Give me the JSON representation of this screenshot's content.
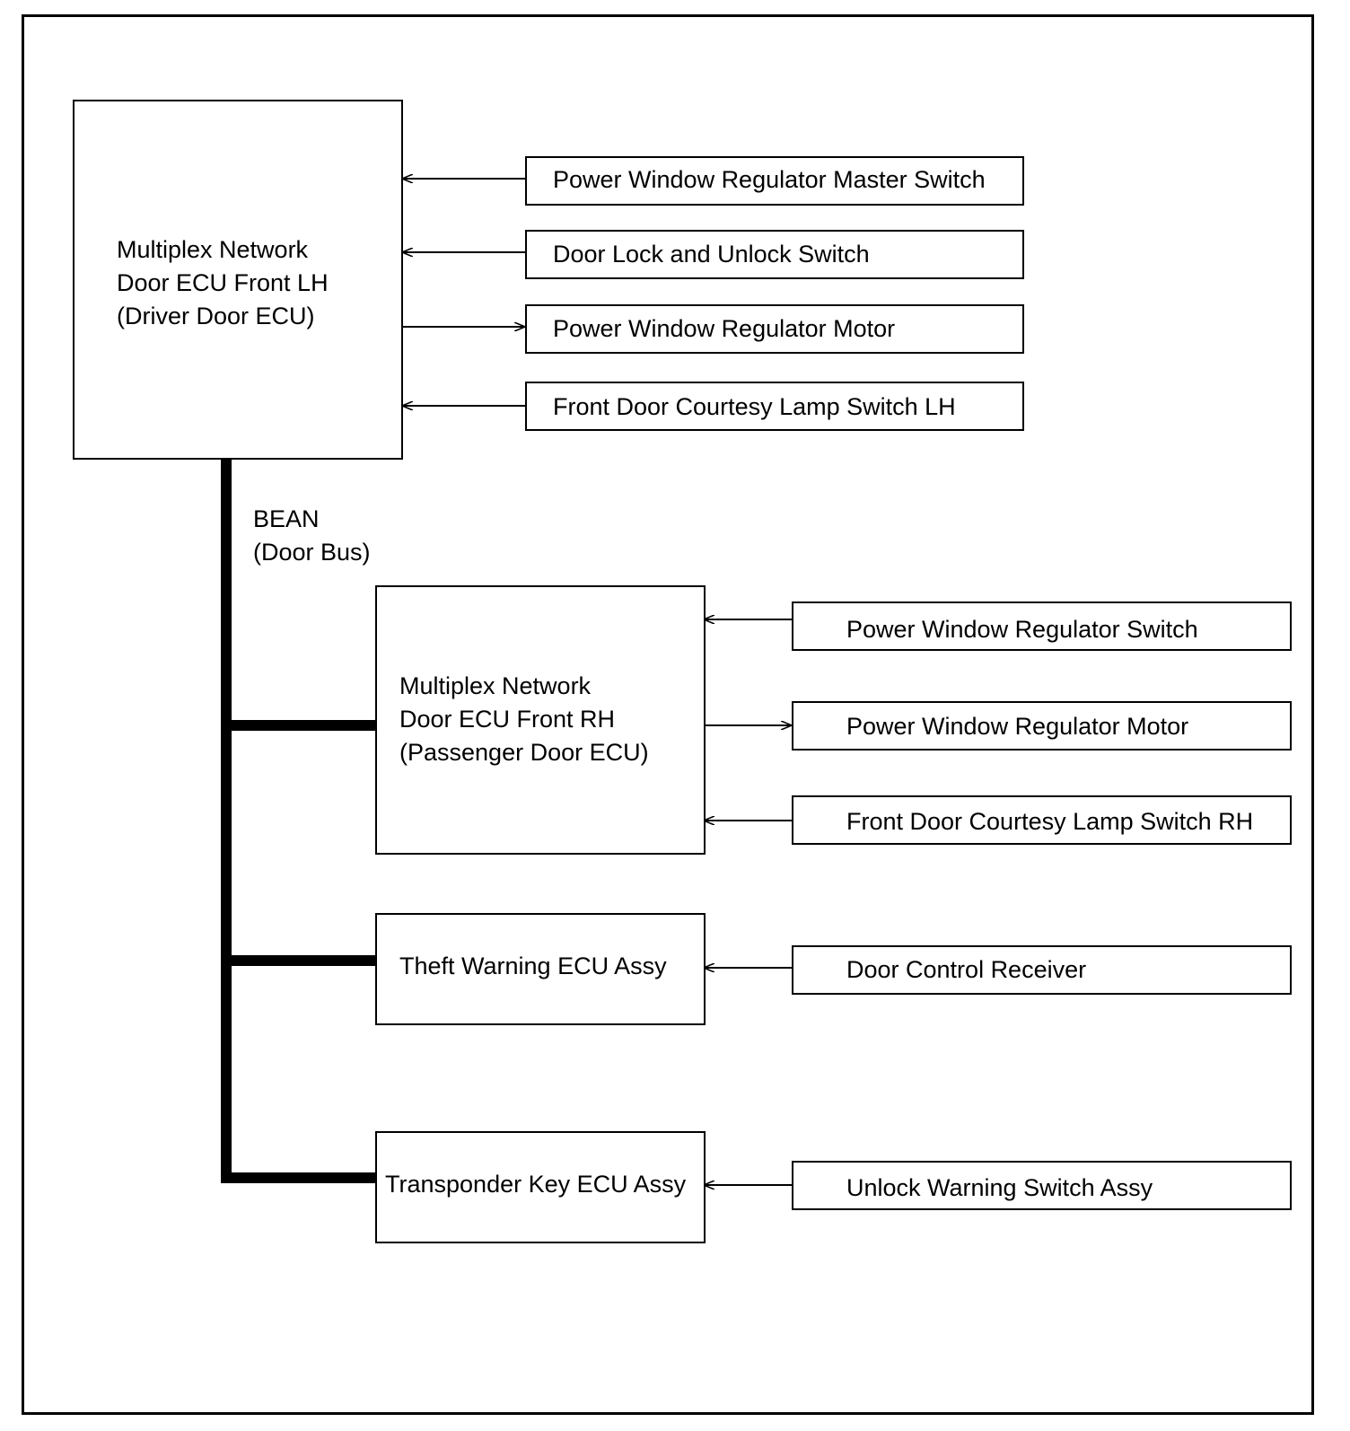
{
  "ecus": {
    "driver": {
      "line1": "Multiplex Network",
      "line2": "Door ECU Front LH",
      "line3": "(Driver Door ECU)"
    },
    "passenger": {
      "line1": "Multiplex Network",
      "line2": "Door ECU Front RH",
      "line3": "(Passenger Door ECU)"
    },
    "theft": {
      "label": "Theft Warning ECU Assy"
    },
    "transponder": {
      "label": "Transponder Key ECU Assy"
    }
  },
  "bus": {
    "line1": "BEAN",
    "line2": "(Door Bus)"
  },
  "driver_devices": [
    {
      "label": "Power Window Regulator Master Switch",
      "direction": "to-ecu"
    },
    {
      "label": "Door Lock and Unlock Switch",
      "direction": "to-ecu"
    },
    {
      "label": "Power Window Regulator Motor",
      "direction": "from-ecu"
    },
    {
      "label": "Front Door Courtesy Lamp Switch LH",
      "direction": "to-ecu"
    }
  ],
  "passenger_devices": [
    {
      "label": "Power Window Regulator Switch",
      "direction": "to-ecu"
    },
    {
      "label": "Power Window Regulator Motor",
      "direction": "from-ecu"
    },
    {
      "label": "Front Door Courtesy Lamp Switch RH",
      "direction": "to-ecu"
    }
  ],
  "theft_devices": [
    {
      "label": "Door Control Receiver",
      "direction": "to-ecu"
    }
  ],
  "transponder_devices": [
    {
      "label": "Unlock Warning Switch Assy",
      "direction": "to-ecu"
    }
  ]
}
